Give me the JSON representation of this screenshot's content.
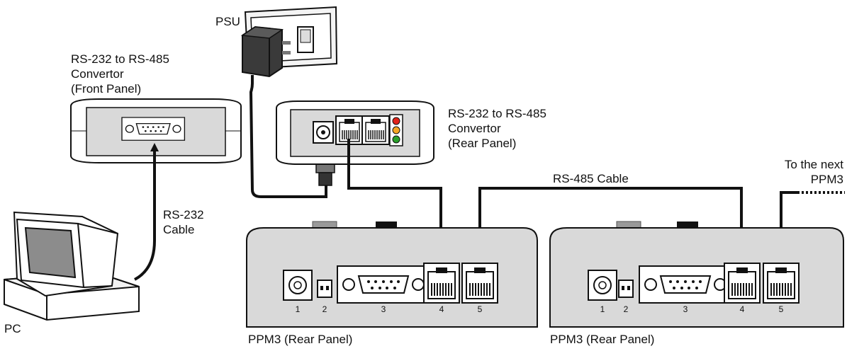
{
  "labels": {
    "psu": "PSU",
    "conv_front": [
      "RS-232 to RS-485",
      "Convertor",
      "(Front Panel)"
    ],
    "conv_rear": [
      "RS-232 to RS-485",
      "Convertor",
      "(Rear Panel)"
    ],
    "rs232_cable": [
      "RS-232",
      "Cable"
    ],
    "rs485_cable": "RS-485 Cable",
    "next_ppm3": [
      "To the next",
      "PPM3"
    ],
    "pc": "PC",
    "ppm3_left": "PPM3 (Rear Panel)",
    "ppm3_right": "PPM3 (Rear Panel)"
  },
  "port_numbers": [
    "1",
    "2",
    "3",
    "4",
    "5"
  ],
  "colors": {
    "line": "#111111",
    "panel_fill": "#d9d9d9",
    "panel_inner": "#f2f2f2",
    "screen": "#8c8c8c",
    "led_red": "#e2231a",
    "led_amber": "#f5a623",
    "led_green": "#2aa02a"
  }
}
